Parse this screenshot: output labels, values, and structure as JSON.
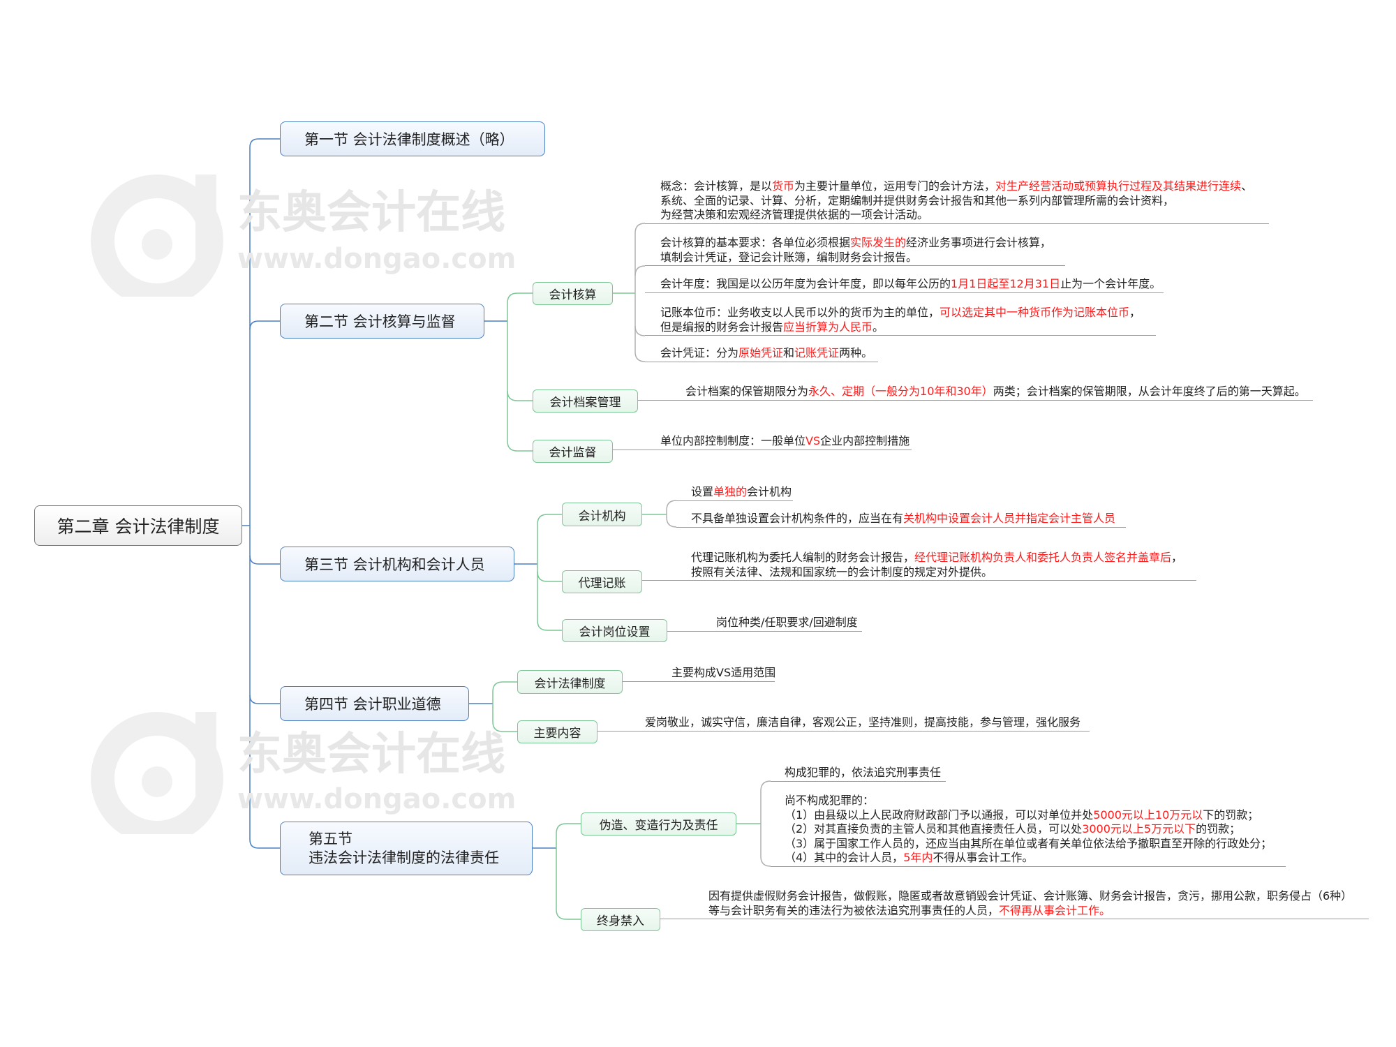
{
  "watermark": {
    "title": "东奥会计在线",
    "url": "www.dongao.com"
  },
  "root": "第二章 会计法律制度",
  "sections": {
    "s1": "第一节 会计法律制度概述（略）",
    "s2": "第二节 会计核算与监督",
    "s3": "第三节 会计机构和会计人员",
    "s4": "第四节 会计职业道德",
    "s5_line1": "第五节",
    "s5_line2": "违法会计法律制度的法律责任"
  },
  "subs": {
    "accounting": "会计核算",
    "archive": "会计档案管理",
    "supervision": "会计监督",
    "org": "会计机构",
    "agent": "代理记账",
    "post": "会计岗位设置",
    "law": "会计法律制度",
    "content": "主要内容",
    "forge": "伪造、变造行为及责任",
    "ban": "终身禁入"
  },
  "leaves": {
    "k1": [
      [
        {
          "t": "概念：会计核算，是以"
        },
        {
          "t": "货币",
          "r": true
        },
        {
          "t": "为主要计量单位，运用专门的会计方法，"
        },
        {
          "t": "对生产经营活动或预算执行过程及其结果进行连续",
          "r": true
        },
        {
          "t": "、"
        }
      ],
      [
        {
          "t": "系统、全面的记录、计算、分析，定期编制并提供财务会计报告和其他一系列内部管理所需的会计资料，"
        }
      ],
      [
        {
          "t": "为经营决策和宏观经济管理提供依据的一项会计活动。"
        }
      ]
    ],
    "k2": [
      [
        {
          "t": "会计核算的基本要求：各单位必须根据"
        },
        {
          "t": "实际发生的",
          "r": true
        },
        {
          "t": "经济业务事项进行会计核算，"
        }
      ],
      [
        {
          "t": "填制会计凭证，登记会计账簿，编制财务会计报告。"
        }
      ]
    ],
    "k3": [
      [
        {
          "t": "会计年度：我国是以公历年度为会计年度，即以每年公历的"
        },
        {
          "t": "1月1日起至12月31日",
          "r": true
        },
        {
          "t": "止为一个会计年度。"
        }
      ]
    ],
    "k4": [
      [
        {
          "t": "记账本位币：业务收支以人民币以外的货币为主的单位，"
        },
        {
          "t": "可以选定其中一种货币作为记账本位币",
          "r": true
        },
        {
          "t": "，"
        }
      ],
      [
        {
          "t": "但是编报的财务会计报告"
        },
        {
          "t": "应当折算为人民币",
          "r": true
        },
        {
          "t": "。"
        }
      ]
    ],
    "k5": [
      [
        {
          "t": "会计凭证：分为"
        },
        {
          "t": "原始凭证",
          "r": true
        },
        {
          "t": "和"
        },
        {
          "t": "记账凭证",
          "r": true
        },
        {
          "t": "两种。"
        }
      ]
    ],
    "archive": [
      [
        {
          "t": "会计档案的保管期限分为"
        },
        {
          "t": "永久、定期（一般分为10年和30年）",
          "r": true
        },
        {
          "t": "两类；会计档案的保管期限，从会计年度终了后的第一天算起。"
        }
      ]
    ],
    "supervision": [
      [
        {
          "t": "单位内部控制制度：一般单位"
        },
        {
          "t": "VS",
          "r": true
        },
        {
          "t": "企业内部控制措施"
        }
      ]
    ],
    "org1": [
      [
        {
          "t": "设置"
        },
        {
          "t": "单独的",
          "r": true
        },
        {
          "t": "会计机构"
        }
      ]
    ],
    "org2": [
      [
        {
          "t": "不具备单独设置会计机构条件的，应当在有"
        },
        {
          "t": "关机构中设置会计人员并指定会计主管人员",
          "r": true
        }
      ]
    ],
    "agent": [
      [
        {
          "t": "代理记账机构为委托人编制的财务会计报告，"
        },
        {
          "t": "经代理记账机构负责人和委托人负责人签名并盖章后",
          "r": true
        },
        {
          "t": "，"
        }
      ],
      [
        {
          "t": "按照有关法律、法规和国家统一的会计制度的规定对外提供。"
        }
      ]
    ],
    "post": [
      [
        {
          "t": "岗位种类/任职要求/回避制度"
        }
      ]
    ],
    "law": [
      [
        {
          "t": "主要构成VS适用范围"
        }
      ]
    ],
    "content": [
      [
        {
          "t": "爱岗敬业，诚实守信，廉洁自律，客观公正，坚持准则，提高技能，参与管理，强化服务"
        }
      ]
    ],
    "forge1": [
      [
        {
          "t": "构成犯罪的，依法追究刑事责任"
        }
      ]
    ],
    "forge2": [
      [
        {
          "t": "尚不构成犯罪的："
        }
      ],
      [
        {
          "t": " （1）由县级以上人民政府财政部门予以通报，可以对单位并处"
        },
        {
          "t": "5000元以上10万元以",
          "r": true
        },
        {
          "t": "下的罚款；"
        }
      ],
      [
        {
          "t": " （2）对其直接负责的主管人员和其他直接责任人员，可以处"
        },
        {
          "t": "3000元以上5万元以下",
          "r": true
        },
        {
          "t": "的罚款；"
        }
      ],
      [
        {
          "t": " （3）属于国家工作人员的，还应当由其所在单位或者有关单位依法给予撤职直至开除的行政处分；"
        }
      ],
      [
        {
          "t": " （4）其中的会计人员，"
        },
        {
          "t": "5年内",
          "r": true
        },
        {
          "t": "不得从事会计工作。"
        }
      ]
    ],
    "ban": [
      [
        {
          "t": "因有提供虚假财务会计报告，做假账，隐匿或者故意销毁会计凭证、会计账簿、财务会计报告，贪污，挪用公款，职务侵占（6种）"
        }
      ],
      [
        {
          "t": "等与会计职务有关的违法行为被依法追究刑事责任的人员，"
        },
        {
          "t": "不得再从事会计工作。",
          "r": true
        }
      ]
    ]
  },
  "colors": {
    "section_border": "#4a7fc1",
    "sub_border": "#7cc796",
    "highlight": "#ff1a1a",
    "leaf_line": "#9a9a9a"
  }
}
